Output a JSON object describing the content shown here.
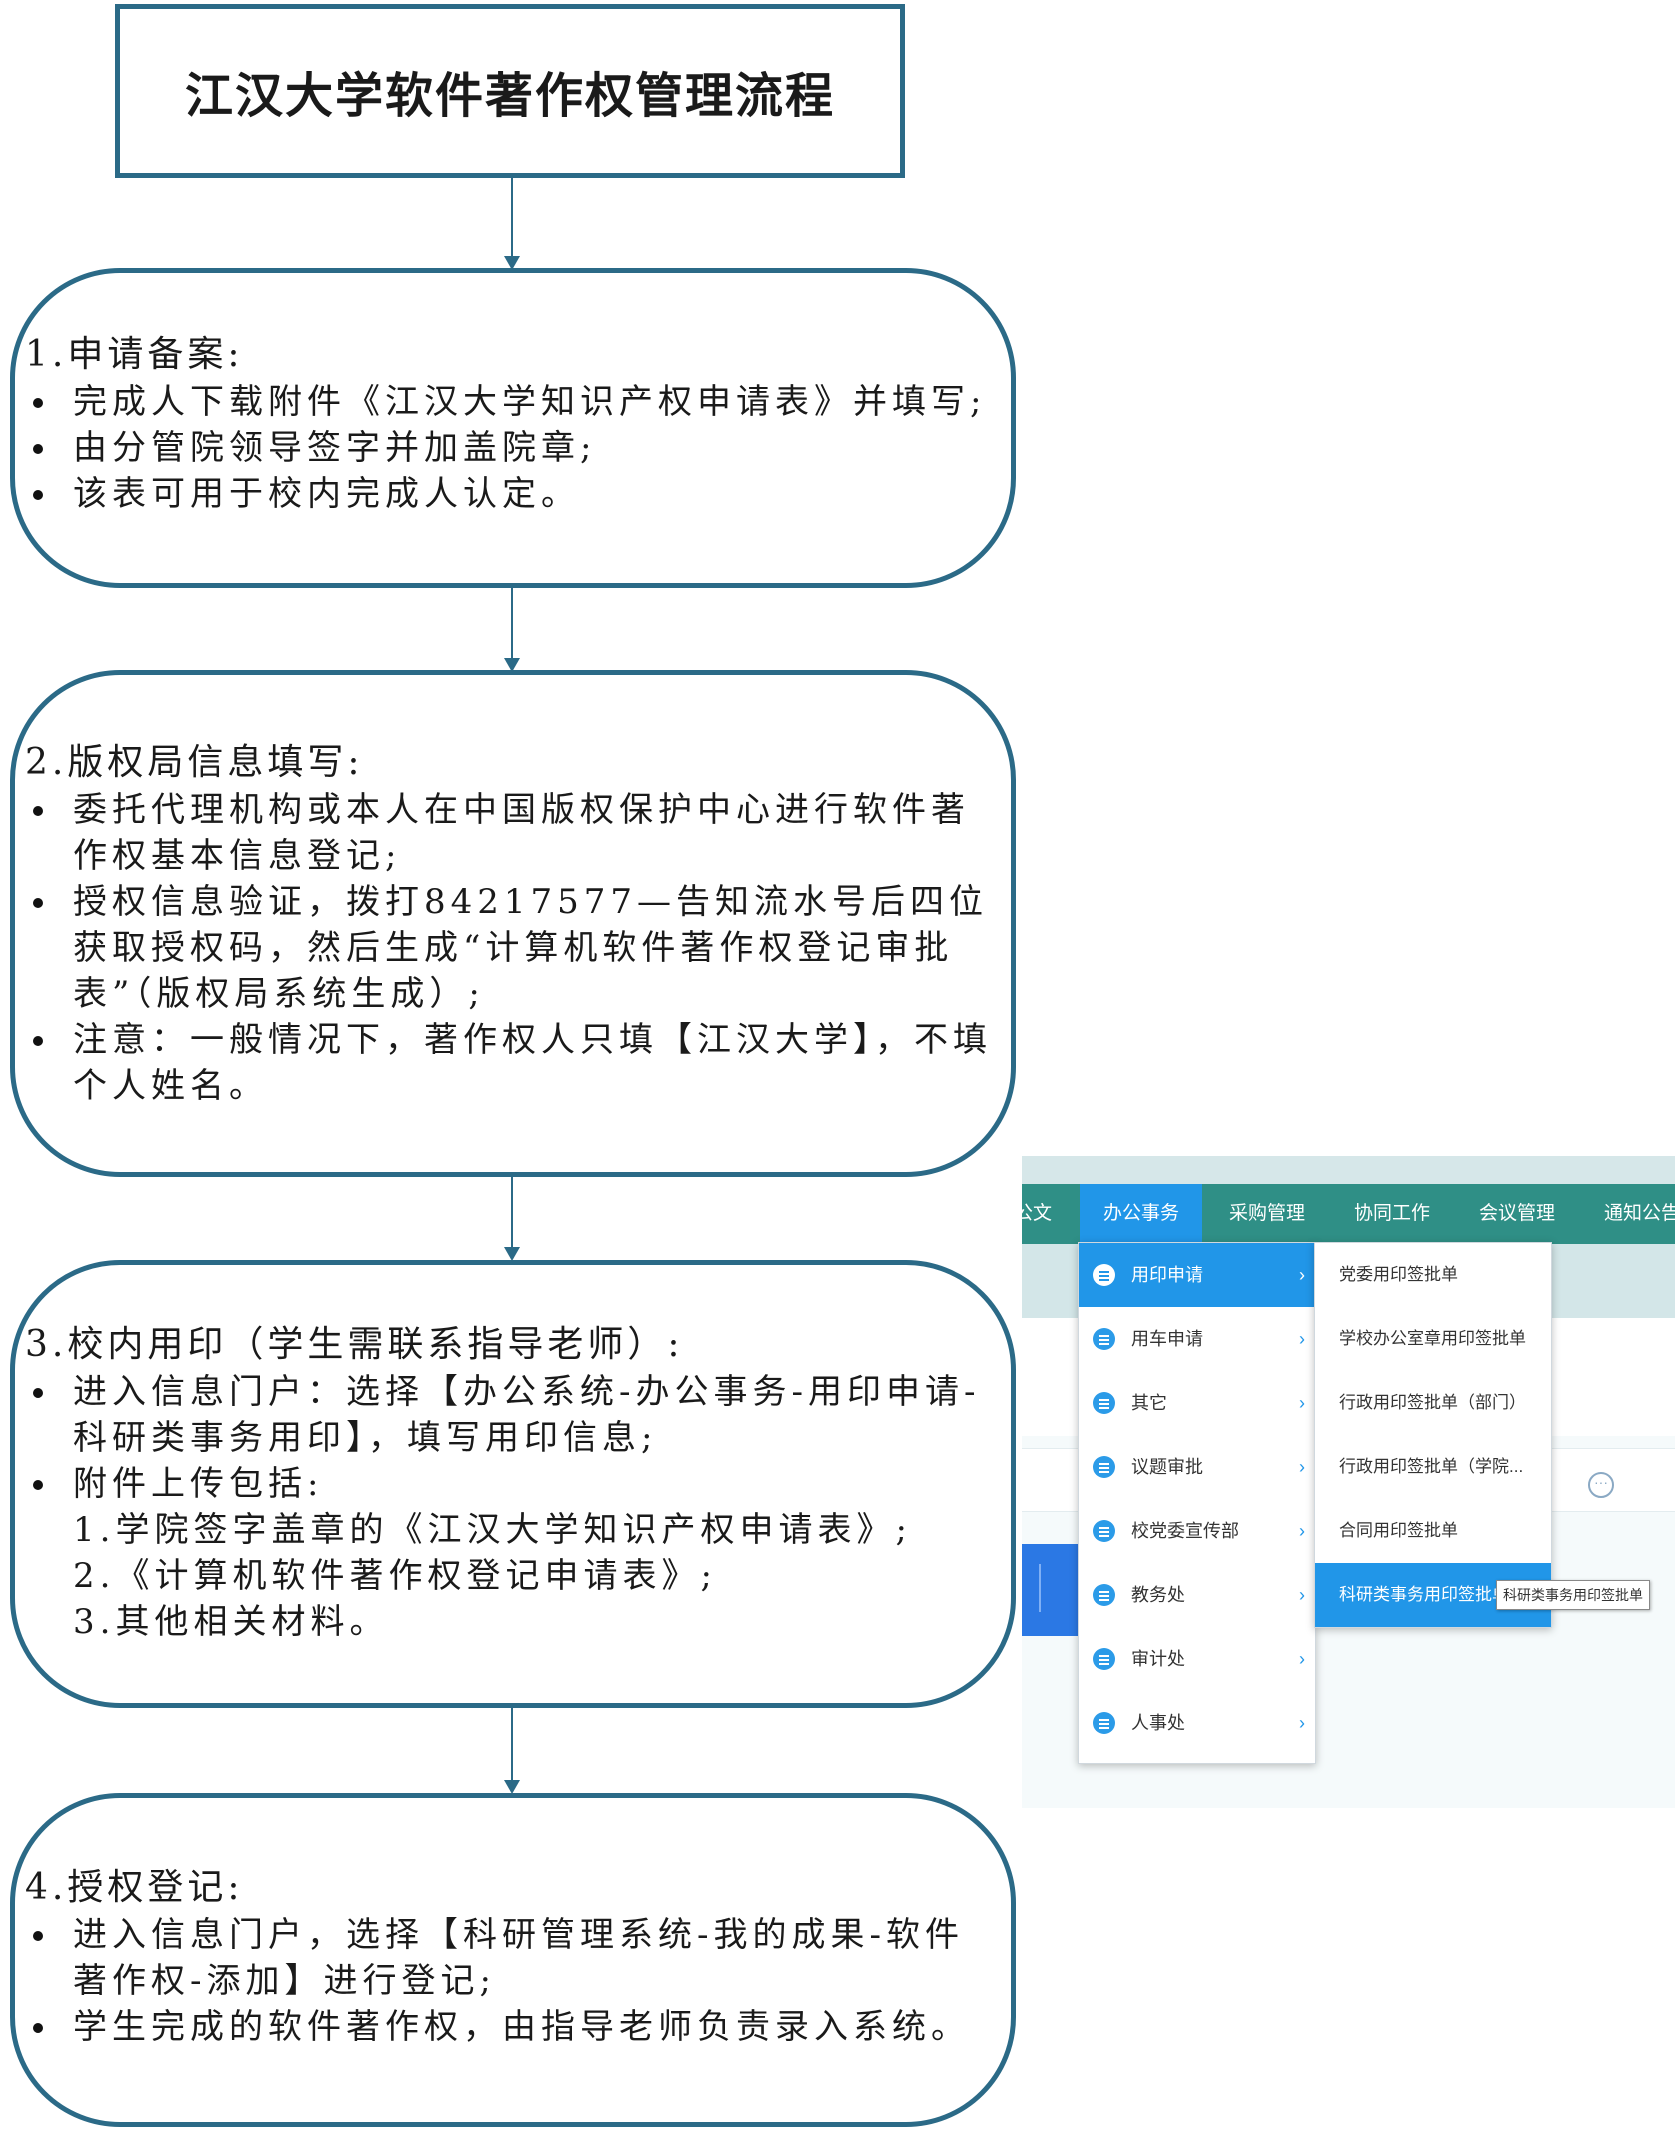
{
  "title": "江汉大学软件著作权管理流程",
  "steps": [
    {
      "heading": "1.申请备案:",
      "bullets": [
        "完成人下载附件《江汉大学知识产权申请表》并填写;",
        "由分管院领导签字并加盖院章;",
        "该表可用于校内完成人认定。"
      ]
    },
    {
      "heading": "2.版权局信息填写:",
      "bullets": [
        "委托代理机构或本人在中国版权保护中心进行软件著作权基本信息登记;",
        "授权信息验证，拨打84217577—告知流水号后四位获取授权码，然后生成“计算机软件著作权登记审批表”（版权局系统生成）;",
        "注意：一般情况下，著作权人只填【江汉大学】，不填个人姓名。"
      ]
    },
    {
      "heading": "3.校内用印（学生需联系指导老师）:",
      "bullets": [
        "进入信息门户：选择【办公系统-办公事务-用印申请-科研类事务用印】，填写用印信息;",
        "附件上传包括:"
      ],
      "sub_items": [
        "1.学院签字盖章的《江汉大学知识产权申请表》;",
        "2.《计算机软件著作权登记申请表》;",
        "3.其他相关材料。"
      ]
    },
    {
      "heading": "4.授权登记:",
      "bullets": [
        "进入信息门户，选择【科研管理系统-我的成果-软件著作权-添加】进行登记;",
        "学生完成的软件著作权，由指导老师负责录入系统。"
      ]
    }
  ],
  "screenshot": {
    "nav": [
      "公文",
      "办公事务",
      "采购管理",
      "协同工作",
      "会议管理",
      "通知公告"
    ],
    "nav_active": "办公事务",
    "menu_level1": [
      "用印申请",
      "用车申请",
      "其它",
      "议题审批",
      "校党委宣传部",
      "教务处",
      "审计处",
      "人事处"
    ],
    "menu_level1_active": "用印申请",
    "menu_level2": [
      "党委用印签批单",
      "学校办公室章用印签批单",
      "行政用印签批单（部门）",
      "行政用印签批单（学院...",
      "合同用印签批单",
      "科研类事务用印签批单"
    ],
    "menu_level2_active": "科研类事务用印签批单",
    "tooltip": "科研类事务用印签批单",
    "more_icon": "ellipsis-circle-icon",
    "colors": {
      "navbar": "#2f8f86",
      "active_blue": "#2196e8",
      "border": "#2b6a87"
    }
  }
}
